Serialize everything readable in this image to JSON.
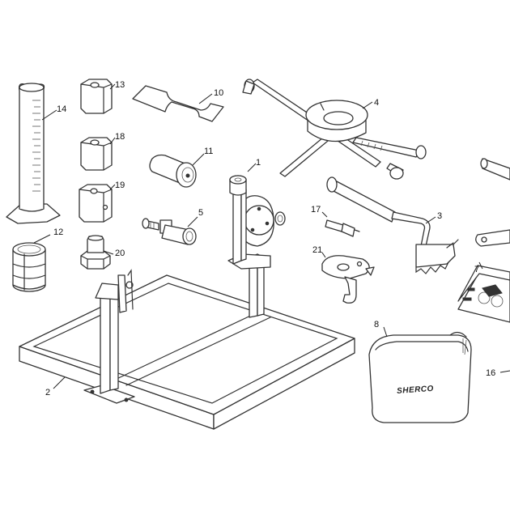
{
  "callouts": {
    "c1": "1",
    "c2": "2",
    "c3": "3",
    "c4": "4",
    "c5": "5",
    "c7": "7",
    "c8": "8",
    "c10": "10",
    "c11": "11",
    "c12": "12",
    "c13": "13",
    "c14": "14",
    "c16": "16",
    "c17": "17",
    "c18": "18",
    "c19": "19",
    "c20": "20",
    "c21": "21"
  },
  "bag_brand": "SHERCO",
  "colors": {
    "line": "#333333",
    "background": "#ffffff"
  }
}
